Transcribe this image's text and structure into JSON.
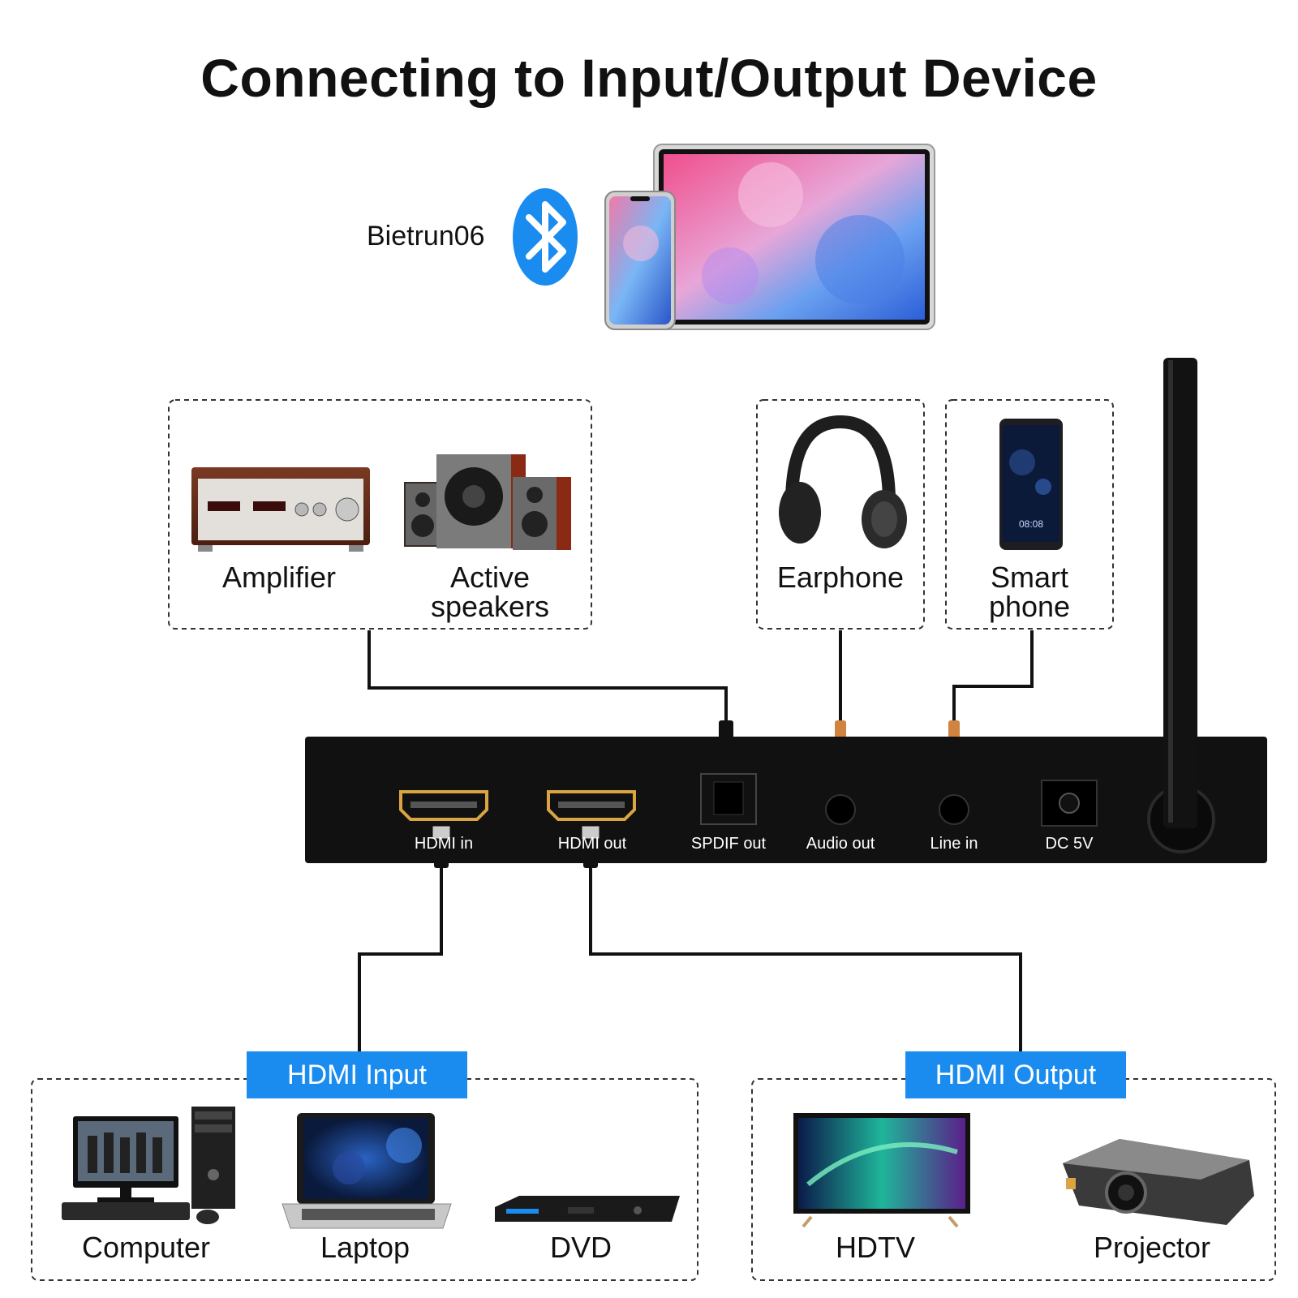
{
  "title": "Connecting to Input/Output Device",
  "bluetooth": {
    "device_name": "Bietrun06",
    "icon": "bluetooth-icon",
    "color": "#1a8cf0"
  },
  "top_devices": [
    {
      "label": "Amplifier"
    },
    {
      "label": "Active\nspeakers"
    },
    {
      "label": "Earphone"
    },
    {
      "label": "Smart\nphone"
    }
  ],
  "ports": [
    {
      "label": "HDMI in"
    },
    {
      "label": "HDMI out"
    },
    {
      "label": "SPDIF out"
    },
    {
      "label": "Audio out"
    },
    {
      "label": "Line in"
    },
    {
      "label": "DC 5V"
    }
  ],
  "hdmi_input": {
    "tag": "HDMI Input",
    "devices": [
      {
        "label": "Computer"
      },
      {
        "label": "Laptop"
      },
      {
        "label": "DVD"
      }
    ]
  },
  "hdmi_output": {
    "tag": "HDMI Output",
    "devices": [
      {
        "label": "HDTV"
      },
      {
        "label": "Projector"
      }
    ]
  },
  "colors": {
    "accent": "#1a8cf0",
    "device_body": "#111111",
    "hdmi_port": "#d9a441",
    "cable": "#111111"
  }
}
